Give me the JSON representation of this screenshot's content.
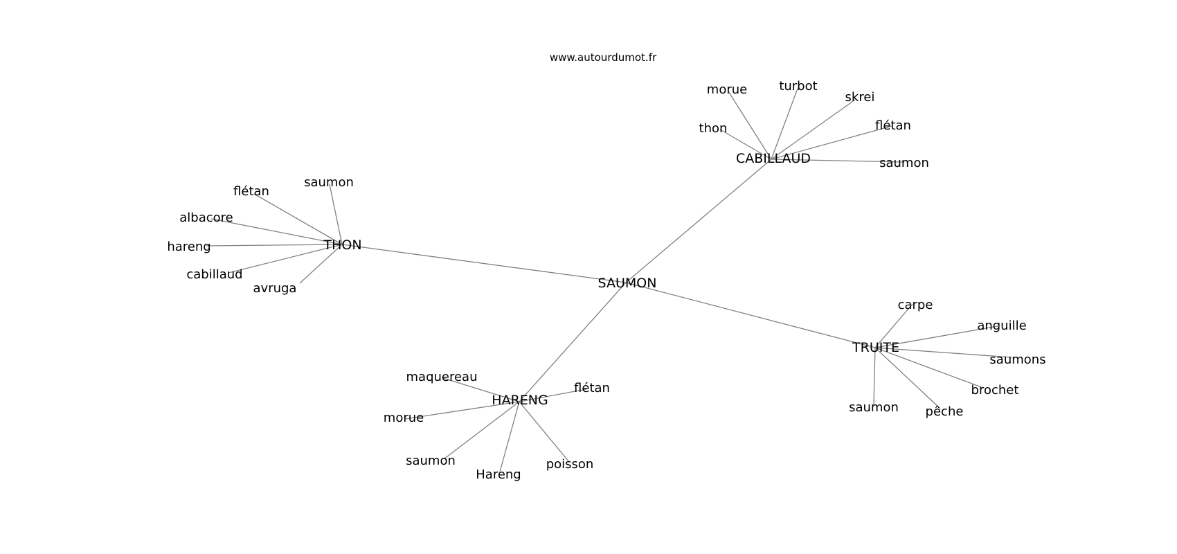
{
  "site": "www.autourdumot.fr",
  "edge_color": "#808080",
  "center": "SAUMON",
  "hubs": [
    {
      "label": "THON",
      "leaves": [
        "saumon",
        "flétan",
        "albacore",
        "hareng",
        "cabillaud",
        "avruga"
      ]
    },
    {
      "label": "CABILLAUD",
      "leaves": [
        "thon",
        "morue",
        "turbot",
        "skrei",
        "flétan",
        "saumon"
      ]
    },
    {
      "label": "TRUITE",
      "leaves": [
        "carpe",
        "anguille",
        "saumons",
        "brochet",
        "pêche",
        "saumon"
      ]
    },
    {
      "label": "HARENG",
      "leaves": [
        "maquereau",
        "flétan",
        "morue",
        "saumon",
        "Hareng",
        "poisson"
      ]
    }
  ]
}
